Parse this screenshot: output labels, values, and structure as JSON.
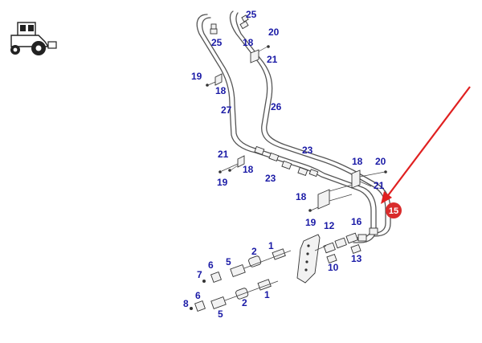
{
  "diagram": {
    "icons": {
      "tractor": "tractor-icon"
    },
    "labels": [
      {
        "id": "l25a",
        "text": "25"
      },
      {
        "id": "l25b",
        "text": "25"
      },
      {
        "id": "l18a",
        "text": "18"
      },
      {
        "id": "l20a",
        "text": "20"
      },
      {
        "id": "l21a",
        "text": "21"
      },
      {
        "id": "l19a",
        "text": "19"
      },
      {
        "id": "l18b",
        "text": "18"
      },
      {
        "id": "l27",
        "text": "27"
      },
      {
        "id": "l26",
        "text": "26"
      },
      {
        "id": "l21b",
        "text": "21"
      },
      {
        "id": "l18c",
        "text": "18"
      },
      {
        "id": "l19b",
        "text": "19"
      },
      {
        "id": "l23a",
        "text": "23"
      },
      {
        "id": "l23b",
        "text": "23"
      },
      {
        "id": "l18d",
        "text": "18"
      },
      {
        "id": "l20b",
        "text": "20"
      },
      {
        "id": "l21c",
        "text": "21"
      },
      {
        "id": "l18e",
        "text": "18"
      },
      {
        "id": "l19c",
        "text": "19"
      },
      {
        "id": "l16",
        "text": "16"
      },
      {
        "id": "l12",
        "text": "12"
      },
      {
        "id": "l10",
        "text": "10"
      },
      {
        "id": "l13",
        "text": "13"
      },
      {
        "id": "l1a",
        "text": "1"
      },
      {
        "id": "l2a",
        "text": "2"
      },
      {
        "id": "l5a",
        "text": "5"
      },
      {
        "id": "l6a",
        "text": "6"
      },
      {
        "id": "l7",
        "text": "7"
      },
      {
        "id": "l1b",
        "text": "1"
      },
      {
        "id": "l2b",
        "text": "2"
      },
      {
        "id": "l6b",
        "text": "6"
      },
      {
        "id": "l8",
        "text": "8"
      },
      {
        "id": "l5b",
        "text": "5"
      }
    ],
    "callout": {
      "text": "15",
      "color": "#d92b2b"
    },
    "colors": {
      "label": "#1a1aa6",
      "line": "#555555",
      "arrow": "#e02020"
    }
  }
}
